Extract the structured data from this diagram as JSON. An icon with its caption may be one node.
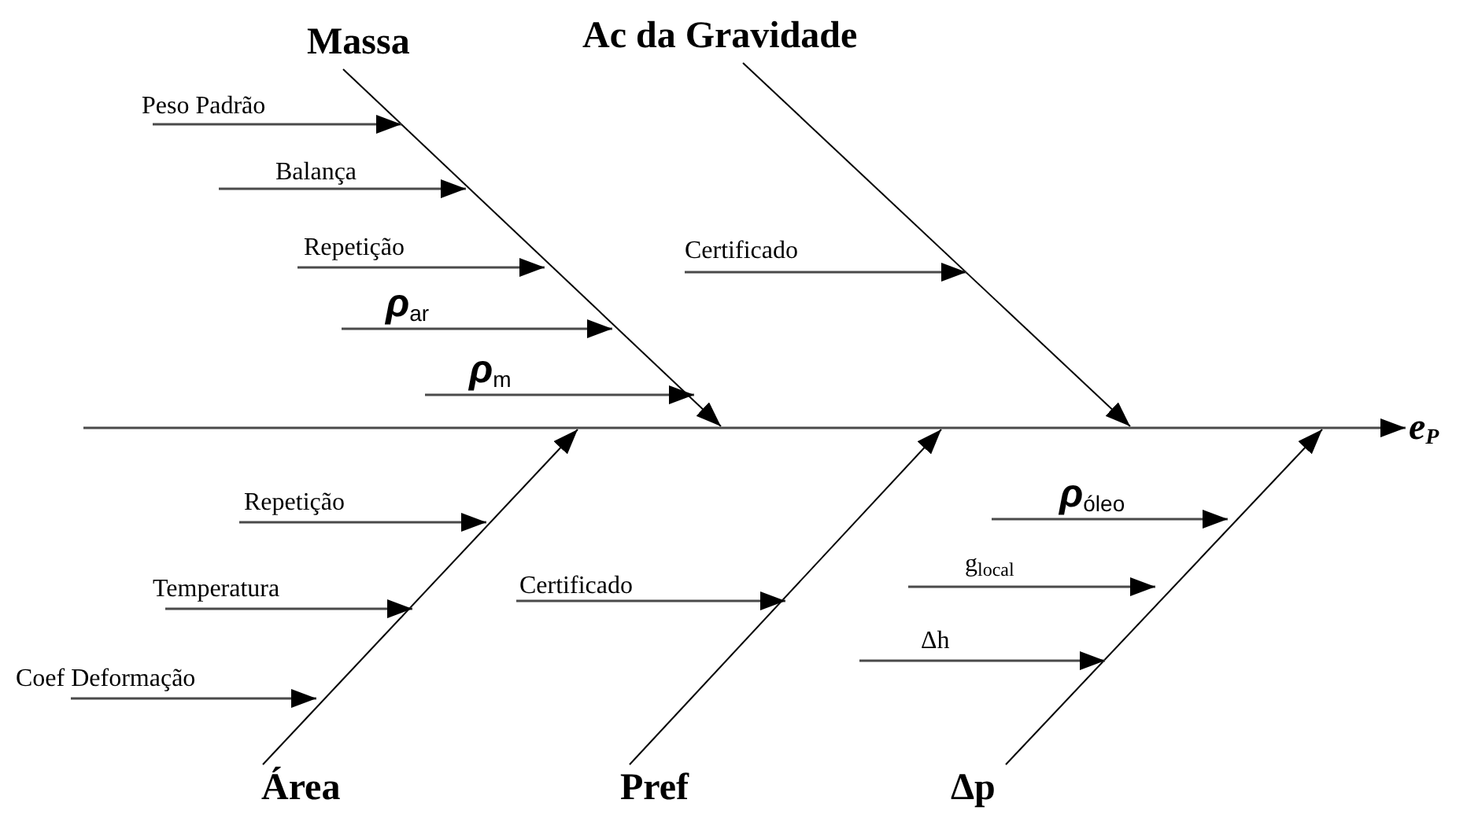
{
  "diagram": {
    "nodes": [
      {
        "text": [
          "Massa"
        ]
      },
      {
        "text": [
          "Ac da Gravidade"
        ]
      },
      {
        "text": [
          "Área"
        ]
      },
      {
        "text": [
          "Pref"
        ]
      },
      {
        "text": [
          "Δp"
        ]
      },
      {
        "text": [
          "e$_{P}$"
        ]
      },
      {
        "text": [
          "Peso Padrão"
        ]
      },
      {
        "text": [
          "Balança"
        ]
      },
      {
        "text": [
          "Repetição"
        ]
      },
      {
        "text": [
          "**ρ**$_{ar}$"
        ]
      },
      {
        "text": [
          "**ρ**$_{m}$"
        ]
      },
      {
        "text": [
          "Certificado"
        ]
      },
      {
        "text": [
          "Repetição"
        ]
      },
      {
        "text": [
          "Temperatura"
        ]
      },
      {
        "text": [
          "Coef Deformação"
        ]
      },
      {
        "text": [
          "Certificado"
        ]
      },
      {
        "text": [
          "**ρ**$_{óleo}$"
        ]
      },
      {
        "text": [
          "g$_{local}$"
        ]
      },
      {
        "text": [
          "Δh"
        ]
      }
    ],
    "edges": [
      {
        "from": 0,
        "to": null,
        "arrow": "to"
      },
      {
        "from": 1,
        "to": null,
        "arrow": "to"
      },
      {
        "from": 2,
        "to": null,
        "arrow": "to"
      },
      {
        "from": 3,
        "to": null,
        "arrow": "to"
      },
      {
        "from": 4,
        "to": null,
        "arrow": "to"
      },
      {
        "from": null,
        "to": 5,
        "arrow": "to"
      },
      {
        "from": 6,
        "to": null,
        "arrow": "to"
      },
      {
        "from": 7,
        "to": null,
        "arrow": "to"
      },
      {
        "from": 8,
        "to": null,
        "arrow": "to"
      },
      {
        "from": 9,
        "to": null,
        "arrow": "to"
      },
      {
        "from": 10,
        "to": null,
        "arrow": "to"
      },
      {
        "from": 11,
        "to": null,
        "arrow": "to"
      },
      {
        "from": 12,
        "to": null,
        "arrow": "to"
      },
      {
        "from": 13,
        "to": null,
        "arrow": "to"
      },
      {
        "from": 14,
        "to": null,
        "arrow": "to"
      },
      {
        "from": 15,
        "to": null,
        "arrow": "to"
      },
      {
        "from": 16,
        "to": null,
        "arrow": "to"
      },
      {
        "from": 17,
        "to": null,
        "arrow": "to"
      },
      {
        "from": 18,
        "to": null,
        "arrow": "to"
      }
    ]
  }
}
